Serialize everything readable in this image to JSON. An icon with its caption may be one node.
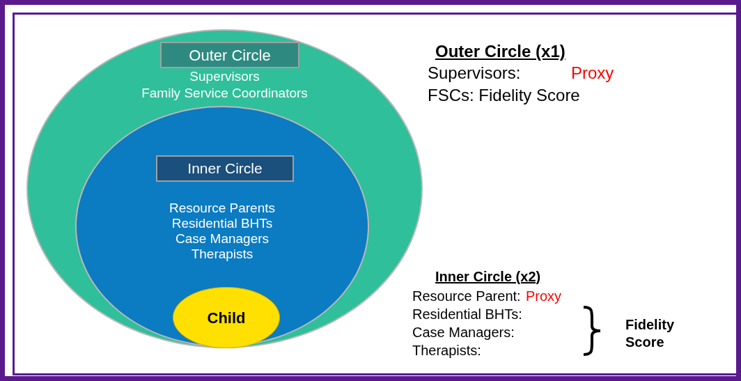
{
  "diagram": {
    "nodes": [
      {
        "text": [
          "Outer Circle",
          "Supervisors",
          "Family Service Coordinators"
        ]
      },
      {
        "text": [
          "Inner Circle",
          "Resource Parents",
          "Residential BHTs",
          "Case Managers",
          "Therapists"
        ],
        "in": 0
      },
      {
        "text": [
          "Child"
        ],
        "in": 1
      }
    ],
    "labels": [
      "Outer Circle (x1)",
      "Supervisors:",
      "Proxy",
      "FSCs: Fidelity Score",
      "Inner Circle (x2)",
      "Resource Parent:",
      "Proxy",
      "Residential BHTs:",
      "Case Managers:",
      "Therapists:",
      "Fidelity Score"
    ]
  }
}
